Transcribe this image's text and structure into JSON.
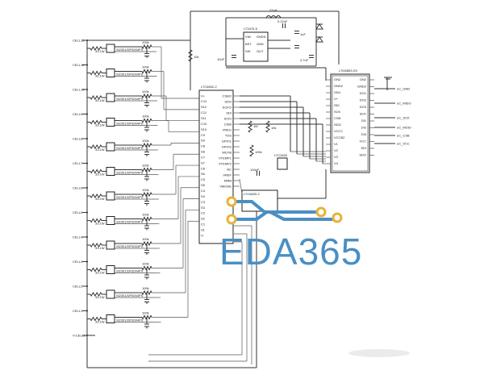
{
  "schematic": {
    "cells": [
      "CELL12",
      "CELL11",
      "CELL10",
      "CELL9",
      "CELL8",
      "CELL7",
      "CELL6",
      "CELL5",
      "CELL4",
      "CELL3",
      "CELL2",
      "CELL1",
      "V-CELL1"
    ],
    "balance_resistor": "33.1W",
    "mosfet": "Si2301/DP3004PS",
    "filter_resistor": "100k",
    "main_ic": "LTC6802-2",
    "reg_ic": "LT3470-5",
    "iso_ic": "LTM2883-S0",
    "buffer_ic": "LTC6820-2",
    "opto_ic": "LTC2620",
    "spi_labels": [
      "uC_GND",
      "uC_MISO",
      "uC_SCK",
      "uC_MOSI",
      "uC_CSB",
      "uC_VCC"
    ],
    "ic_pins_left": [
      "V+",
      "C12",
      "S12",
      "C11",
      "S11",
      "C10",
      "S10",
      "C9",
      "S9",
      "C8",
      "S8",
      "C7",
      "S7",
      "C6",
      "S6",
      "C5",
      "S5",
      "C4",
      "S4",
      "C3",
      "S3",
      "C2",
      "S2",
      "C1",
      "S1",
      "V-"
    ],
    "ic_pins_right": [
      "CSBO",
      "SDO",
      "SCKO",
      "SDI",
      "SCKI",
      "CSBI",
      "VREG",
      "TOS",
      "GPIO1",
      "GPIO2",
      "WDTB",
      "VTEMP1",
      "VTEMP2",
      "NC",
      "VREF",
      "MMB",
      "VMODE"
    ],
    "iso_pins_left": [
      "ON2",
      "GND2",
      "ON1",
      "V+",
      "SDI",
      "SCK",
      "CSB",
      "SDI2",
      "VCC2",
      "VCCB2",
      "V1",
      "V2",
      "V3",
      "V4"
    ],
    "iso_pins_right": [
      "ON2",
      "GND2",
      "DO1",
      "DO2",
      "DO3",
      "SCK",
      "DI1",
      "DI2",
      "DI3",
      "VCC",
      "SDI",
      "SDO"
    ],
    "reg_pins": [
      "VIN",
      "BST",
      "SW",
      "SHDN",
      "GND",
      "OUT"
    ],
    "reg_values": [
      "22uH",
      "0.22uF",
      "1uF",
      "10uF",
      "4.7uF"
    ],
    "misc_values": [
      "10k",
      "1M",
      "100k",
      "100pF"
    ]
  },
  "logo": {
    "text": "EDA365",
    "color": "#4a8fc4",
    "trace_color": "#4a8fc4",
    "pad_color": "#e8b23a"
  }
}
